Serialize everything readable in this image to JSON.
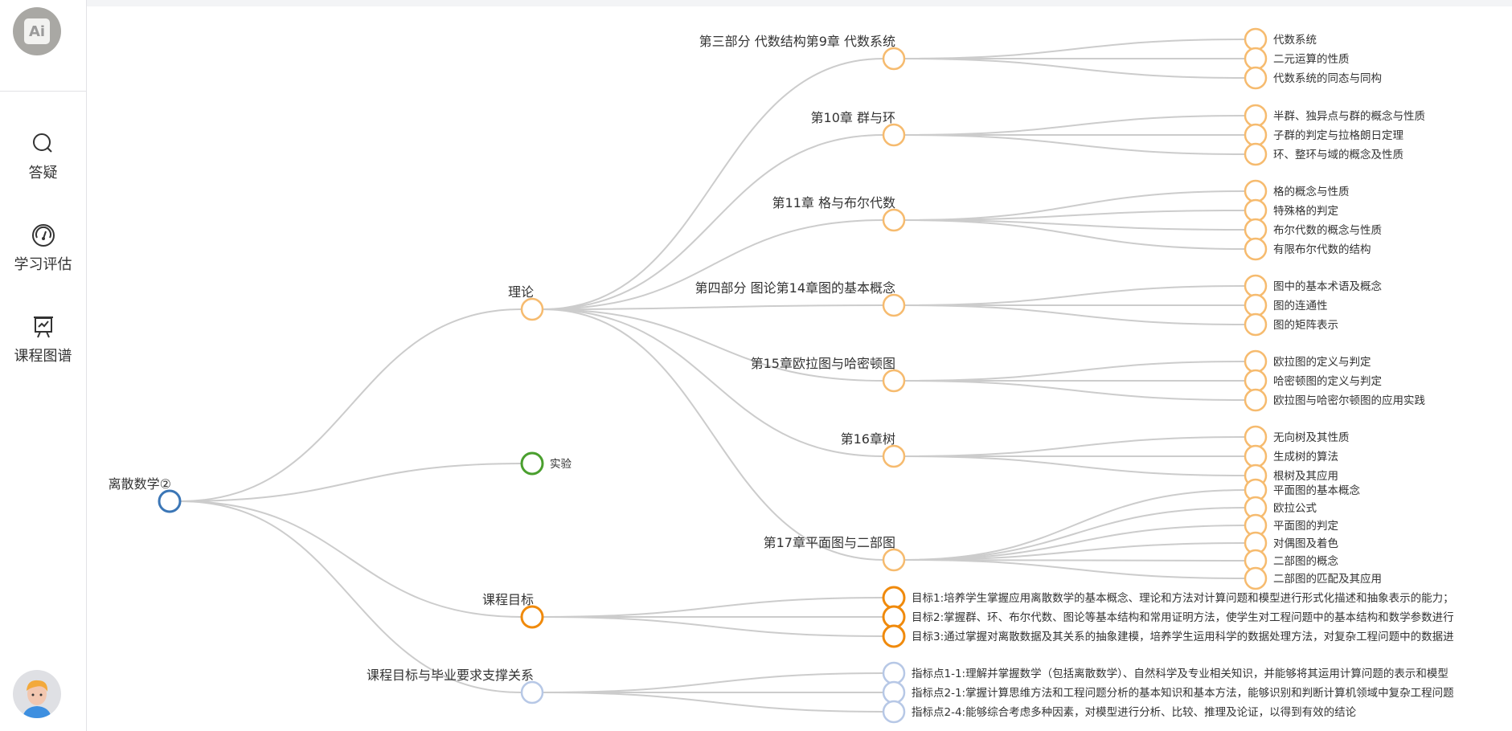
{
  "sidebar": {
    "logo_text": "Ai",
    "items": [
      {
        "label": "答疑",
        "icon": "search-icon"
      },
      {
        "label": "学习评估",
        "icon": "gauge-icon"
      },
      {
        "label": "课程图谱",
        "icon": "presentation-chart-icon"
      }
    ]
  },
  "palette": {
    "root": "#3b76b6",
    "theory": "#f6bb6f",
    "experiment": "#4a9f2e",
    "goal": "#f08a0c",
    "support": "#b7c8e6",
    "link": "#cccccc"
  },
  "tree": {
    "label": "离散数学②",
    "type": "root",
    "children": [
      {
        "label": "理论",
        "type": "theory",
        "children": [
          {
            "label": "第三部分 代数结构第9章 代数系统",
            "type": "theory",
            "children": [
              {
                "label": "代数系统"
              },
              {
                "label": "二元运算的性质"
              },
              {
                "label": "代数系统的同态与同构"
              }
            ]
          },
          {
            "label": "第10章 群与环",
            "type": "theory",
            "children": [
              {
                "label": "半群、独异点与群的概念与性质"
              },
              {
                "label": "子群的判定与拉格朗日定理"
              },
              {
                "label": "环、整环与域的概念及性质"
              }
            ]
          },
          {
            "label": "第11章 格与布尔代数",
            "type": "theory",
            "children": [
              {
                "label": "格的概念与性质"
              },
              {
                "label": "特殊格的判定"
              },
              {
                "label": "布尔代数的概念与性质"
              },
              {
                "label": "有限布尔代数的结构"
              }
            ]
          },
          {
            "label": "第四部分 图论第14章图的基本概念",
            "type": "theory",
            "children": [
              {
                "label": "图中的基本术语及概念"
              },
              {
                "label": "图的连通性"
              },
              {
                "label": "图的矩阵表示"
              }
            ]
          },
          {
            "label": "第15章欧拉图与哈密顿图",
            "type": "theory",
            "children": [
              {
                "label": "欧拉图的定义与判定"
              },
              {
                "label": "哈密顿图的定义与判定"
              },
              {
                "label": "欧拉图与哈密尔顿图的应用实践"
              }
            ]
          },
          {
            "label": "第16章树",
            "type": "theory",
            "children": [
              {
                "label": "无向树及其性质"
              },
              {
                "label": "生成树的算法"
              },
              {
                "label": "根树及其应用"
              }
            ]
          },
          {
            "label": "第17章平面图与二部图",
            "type": "theory",
            "children": [
              {
                "label": "平面图的基本概念"
              },
              {
                "label": "欧拉公式"
              },
              {
                "label": "平面图的判定"
              },
              {
                "label": "对偶图及着色"
              },
              {
                "label": "二部图的概念"
              },
              {
                "label": "二部图的匹配及其应用"
              }
            ]
          }
        ]
      },
      {
        "label": "实验",
        "type": "experiment",
        "children": []
      },
      {
        "label": "课程目标",
        "type": "goal",
        "children": [
          {
            "label": "目标1:培养学生掌握应用离散数学的基本概念、理论和方法对计算问题和模型进行形式化描述和抽象表示的能力；"
          },
          {
            "label": "目标2:掌握群、环、布尔代数、图论等基本结构和常用证明方法，使学生对工程问题中的基本结构和数学参数进行"
          },
          {
            "label": "目标3:通过掌握对离散数据及其关系的抽象建模，培养学生运用科学的数据处理方法，对复杂工程问题中的数据进"
          }
        ]
      },
      {
        "label": "课程目标与毕业要求支撑关系",
        "type": "support",
        "children": [
          {
            "label": "指标点1-1:理解并掌握数学（包括离散数学）、自然科学及专业相关知识，并能够将其运用计算问题的表示和模型"
          },
          {
            "label": "指标点2-1:掌握计算思维方法和工程问题分析的基本知识和基本方法，能够识别和判断计算机领域中复杂工程问题"
          },
          {
            "label": "指标点2-4:能够综合考虑多种因素，对模型进行分析、比较、推理及论证，以得到有效的结论"
          }
        ]
      }
    ]
  }
}
